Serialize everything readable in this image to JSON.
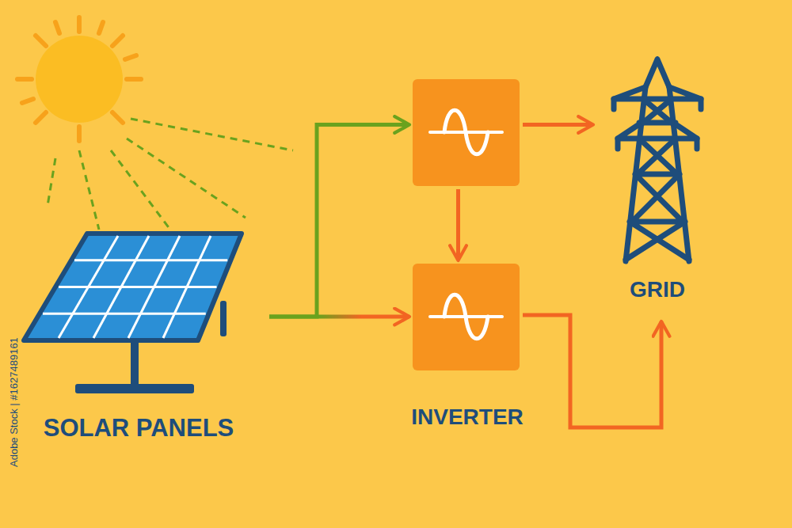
{
  "diagram": {
    "nodes": [
      {
        "text": [
          "SOLAR PANELS"
        ]
      },
      {
        "text": []
      },
      {
        "text": [
          "INVERTER"
        ]
      },
      {
        "text": [
          "GRID"
        ]
      }
    ],
    "edges": [
      {
        "from": 0,
        "to": 1,
        "arrow": "to"
      },
      {
        "from": 0,
        "to": 2,
        "arrow": "to"
      },
      {
        "from": 1,
        "to": 3,
        "arrow": "to"
      },
      {
        "from": 1,
        "to": 2,
        "arrow": "to"
      },
      {
        "from": 2,
        "to": 3,
        "arrow": "to"
      }
    ],
    "labels": [
      "Adobe Stock | #1627489161"
    ]
  }
}
